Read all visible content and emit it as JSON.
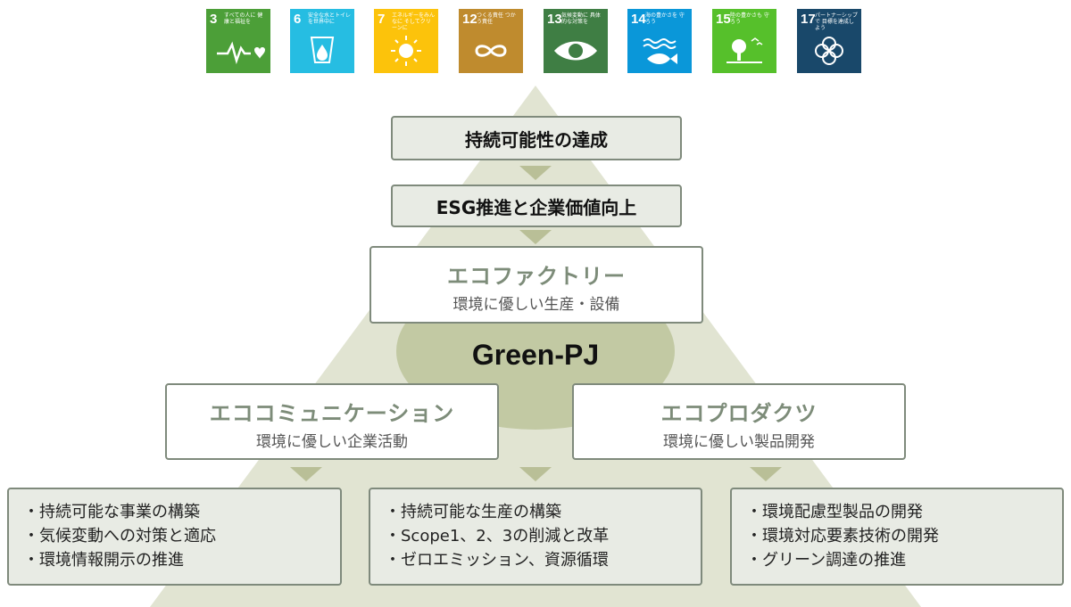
{
  "sdgs": [
    {
      "num": "3",
      "caption": "すべての人に 健康と福祉を",
      "color": "#4c9f38",
      "icon": "heartbeat-icon"
    },
    {
      "num": "6",
      "caption": "安全な水とトイレ を世界中に",
      "color": "#26bde2",
      "icon": "water-drop-icon"
    },
    {
      "num": "7",
      "caption": "エネルギーをみんなに そしてクリーンに",
      "color": "#fcc30b",
      "icon": "sun-icon"
    },
    {
      "num": "12",
      "caption": "つくる責任 つかう責任",
      "color": "#bf8b2e",
      "icon": "infinity-icon"
    },
    {
      "num": "13",
      "caption": "気候変動に 具体的な対策を",
      "color": "#3f7e44",
      "icon": "eye-globe-icon"
    },
    {
      "num": "14",
      "caption": "海の豊かさを 守ろう",
      "color": "#0a97d9",
      "icon": "fish-icon"
    },
    {
      "num": "15",
      "caption": "陸の豊かさも 守ろう",
      "color": "#56c02b",
      "icon": "tree-icon"
    },
    {
      "num": "17",
      "caption": "パートナーシップで 目標を達成しよう",
      "color": "#19486a",
      "icon": "flower-rings-icon"
    }
  ],
  "levels": {
    "top": "持続可能性の達成",
    "second": "ESG推進と企業価値向上"
  },
  "center": "Green-PJ",
  "eco_factory": {
    "title": "エコファクトリー",
    "subtitle": "環境に優しい生産・設備"
  },
  "eco_communication": {
    "title": "エココミュニケーション",
    "subtitle": "環境に優しい企業活動"
  },
  "eco_products": {
    "title": "エコプロダクツ",
    "subtitle": "環境に優しい製品開発"
  },
  "lists": {
    "left": [
      "・持続可能な事業の構築",
      "・気候変動への対策と適応",
      "・環境情報開示の推進"
    ],
    "middle": [
      "・持続可能な生産の構築",
      "・Scope1、2、3の削減と改革",
      "・ゼロエミッション、資源循環"
    ],
    "right": [
      "・環境配慮型製品の開発",
      "・環境対応要素技術の開発",
      "・グリーン調達の推進"
    ]
  },
  "colors": {
    "pyramid": "#e1e4d2",
    "ellipse": "#c2c9a3",
    "arrow": "#b9bf97",
    "border": "#7f8a7c",
    "title_green": "#7d8c79"
  }
}
